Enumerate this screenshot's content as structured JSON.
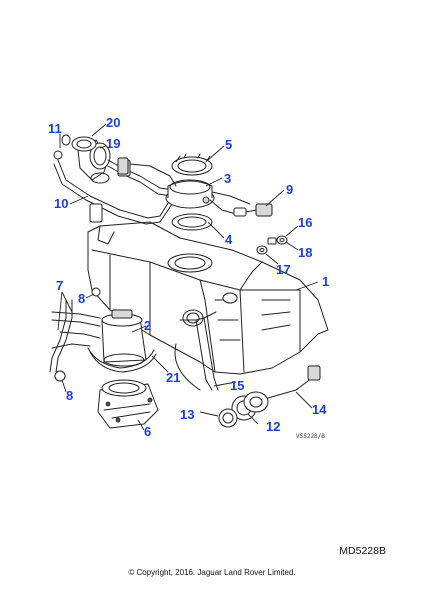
{
  "callouts": {
    "c1": "1",
    "c2": "2",
    "c3": "3",
    "c4": "4",
    "c5": "5",
    "c6": "6",
    "c7": "7",
    "c8a": "8",
    "c8b": "8",
    "c9": "9",
    "c10": "10",
    "c11": "11",
    "c12": "12",
    "c13": "13",
    "c14": "14",
    "c15": "15",
    "c16": "16",
    "c17": "17",
    "c18": "18",
    "c19": "19",
    "c20": "20",
    "c21": "21"
  },
  "drawing_ref": "VS5228/B",
  "diagram_code": "MD5228B",
  "copyright": "© Copyright, 2016. Jaguar Land Rover Limited.",
  "colors": {
    "callout": "#1f3fd6",
    "line": "#222222",
    "background": "#ffffff"
  }
}
